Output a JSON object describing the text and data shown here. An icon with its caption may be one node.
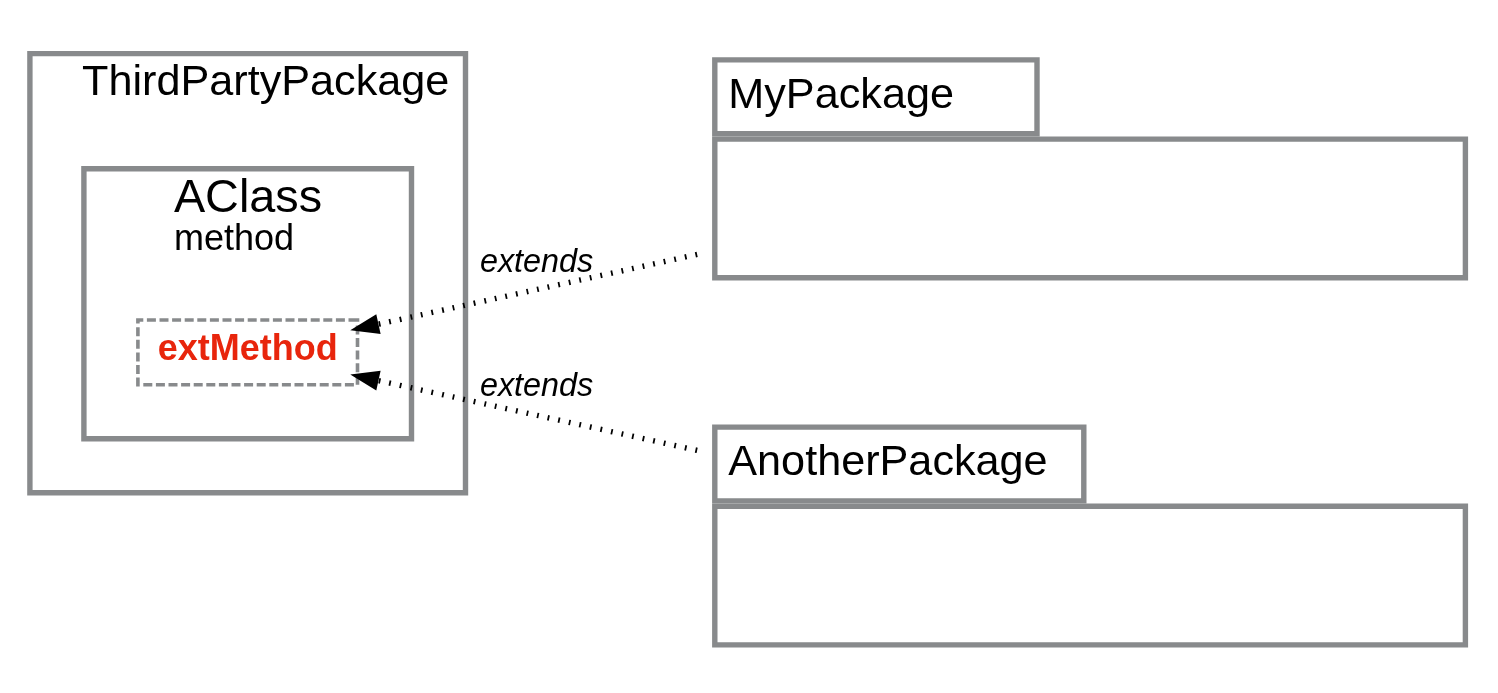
{
  "diagram": {
    "nodes": [
      {
        "text": [
          "ThirdPartyPackage"
        ]
      },
      {
        "text": [
          "AClass",
          "method"
        ],
        "in": 0
      },
      {
        "text": [
          "extMethod"
        ],
        "in": 1
      },
      {
        "text": [
          "MyPackage"
        ]
      },
      {
        "text": [
          "AnotherPackage"
        ]
      }
    ],
    "edges": [
      {
        "from": 3,
        "to": 2,
        "arrow": "to",
        "label": "extends",
        "style": "dashed"
      },
      {
        "from": 4,
        "to": 2,
        "arrow": "to",
        "label": "extends",
        "style": "dashed"
      }
    ]
  }
}
